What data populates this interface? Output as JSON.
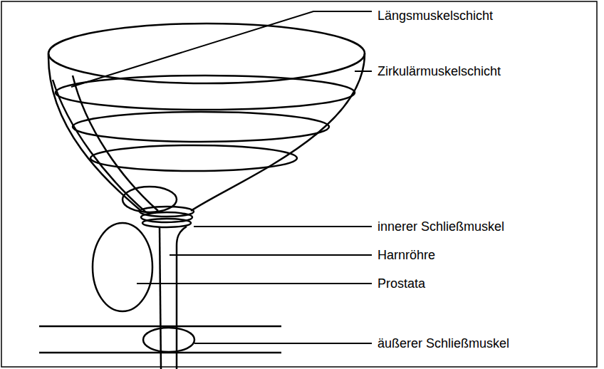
{
  "diagram": {
    "labels": [
      "Längsmuskelschicht",
      "Zirkulärmuskelschicht",
      "innerer Schließmuskel",
      "Harnröhre",
      "Prostata",
      "äußerer Schließmuskel"
    ]
  }
}
